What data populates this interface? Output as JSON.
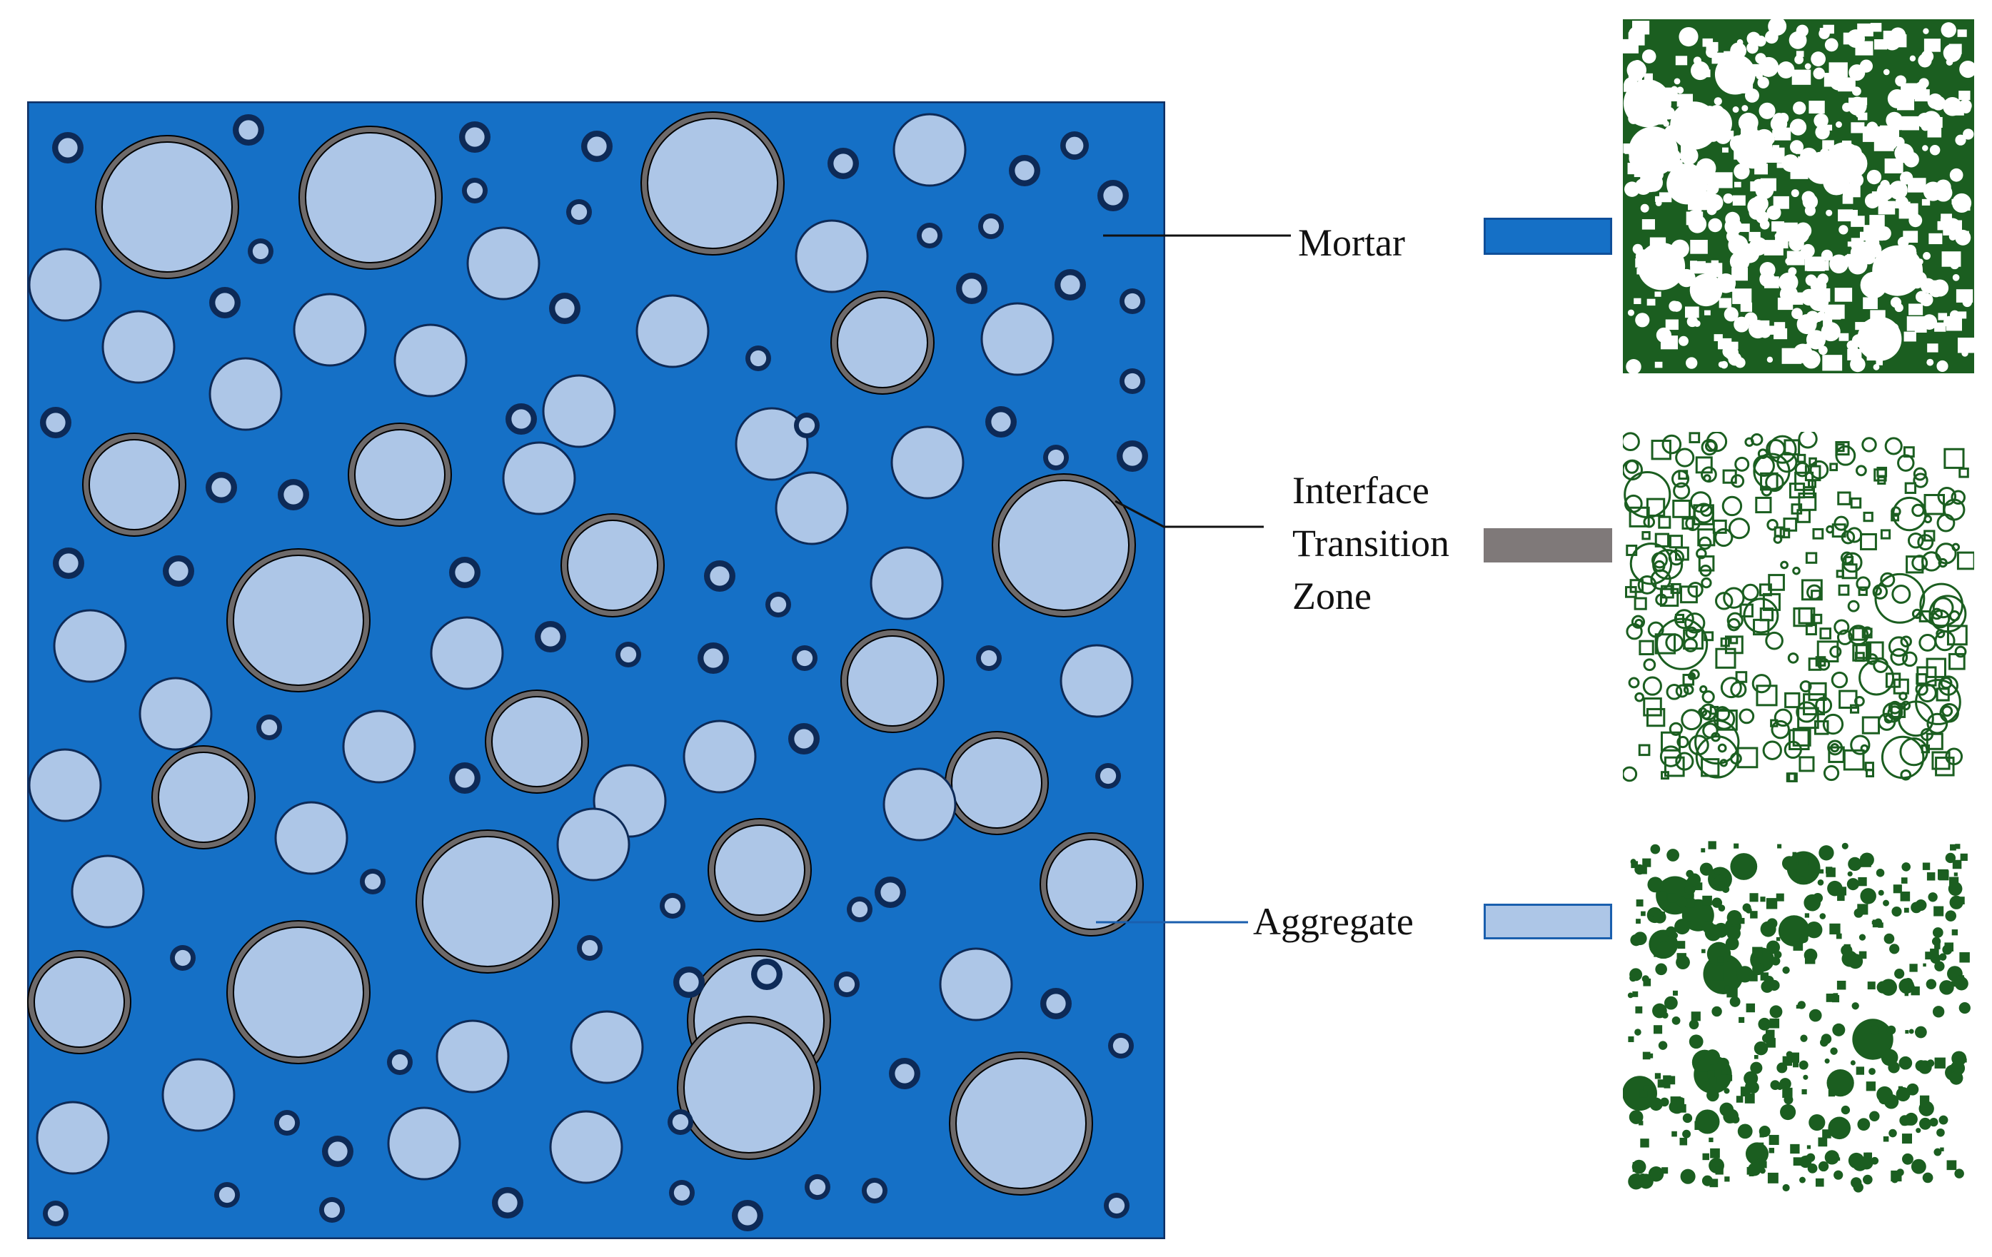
{
  "legend": {
    "mortar": {
      "label": "Mortar",
      "color": "#1570c6"
    },
    "itz": {
      "label_lines": [
        "Interface",
        "Transition",
        "Zone"
      ],
      "color": "#7f7979"
    },
    "aggregate": {
      "label": "Aggregate",
      "color": "#adc6e7"
    }
  },
  "colors": {
    "mortar_fill": "#1570c6",
    "mortar_border": "#0f2f63",
    "itz_ring": "#6e6a6a",
    "aggregate_fill": "#adc6e7",
    "small_ring": "#0d2a57",
    "mesh_green": "#1b5e20"
  }
}
